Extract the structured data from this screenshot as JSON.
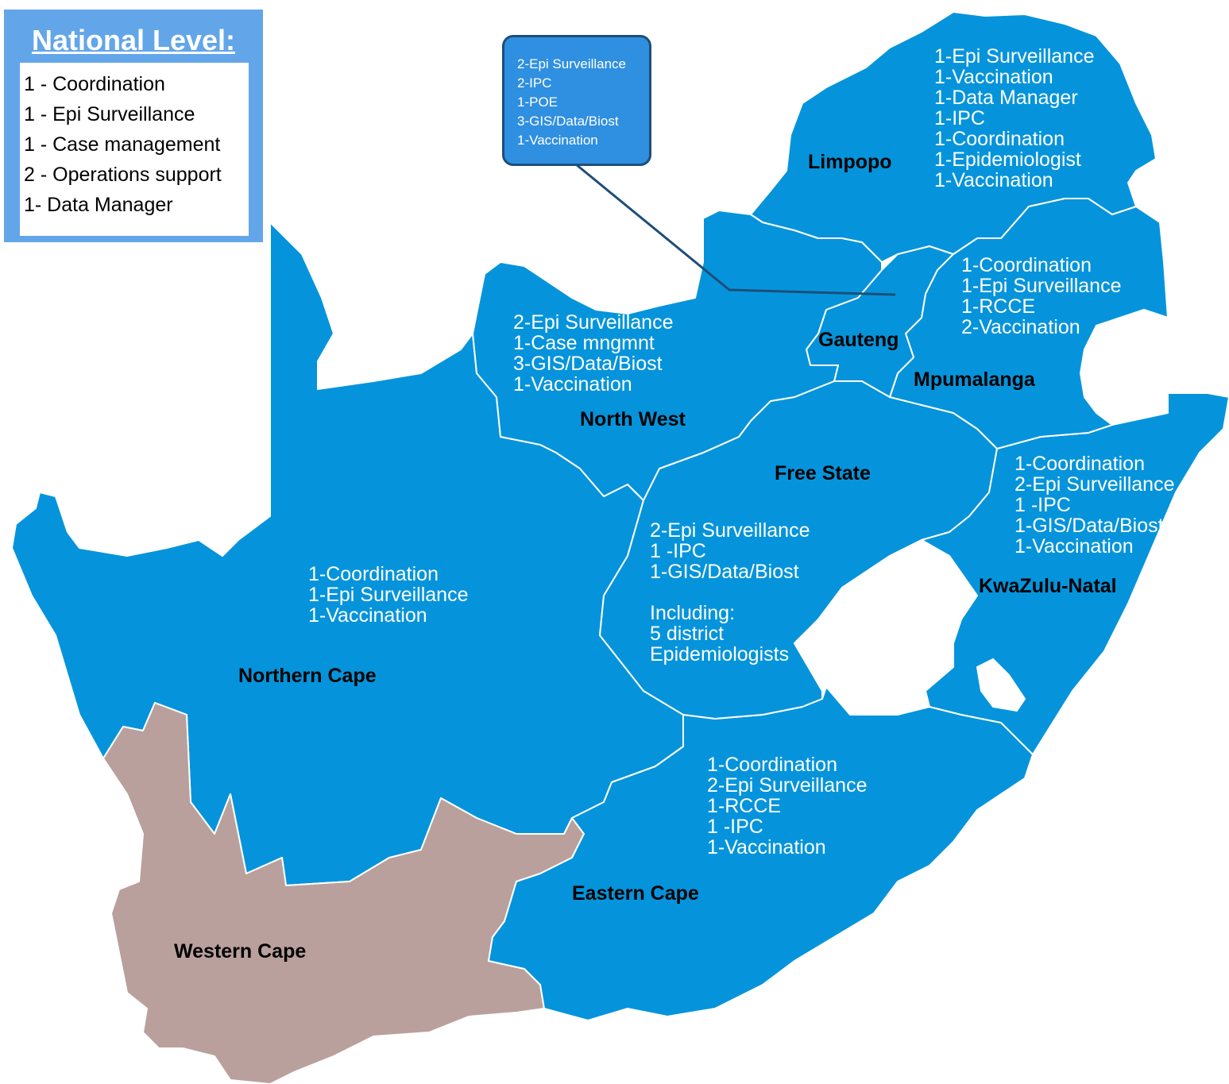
{
  "national": {
    "title": "National Level:",
    "items": [
      "1 - Coordination",
      "1 - Epi Surveillance",
      "1 - Case management",
      "2 - Operations support",
      "1- Data Manager"
    ]
  },
  "colors": {
    "province": "#0594db",
    "western_cape": "#b9a09d",
    "national_box": "#62a6e9",
    "callout": "#2f8fe0"
  },
  "provinces": {
    "limpopo": {
      "name": "Limpopo",
      "roles": [
        "1-Epi Surveillance",
        "1-Vaccination",
        "1-Data Manager",
        "1-IPC",
        "1-Coordination",
        "1-Epidemiologist",
        "1-Vaccination"
      ]
    },
    "gauteng": {
      "name": "Gauteng",
      "roles": [
        "2-Epi Surveillance",
        "2-IPC",
        "1-POE",
        "3-GIS/Data/Biost",
        "1-Vaccination"
      ]
    },
    "mpumalanga": {
      "name": "Mpumalanga",
      "roles": [
        "1-Coordination",
        "1-Epi Surveillance",
        "1-RCCE",
        "2-Vaccination"
      ]
    },
    "north_west": {
      "name": "North West",
      "roles": [
        "2-Epi Surveillance",
        "1-Case mngmnt",
        "3-GIS/Data/Biost",
        "1-Vaccination"
      ]
    },
    "free_state": {
      "name": "Free State",
      "roles": [
        "2-Epi Surveillance",
        "1 -IPC",
        "1-GIS/Data/Biost",
        "",
        "Including:",
        "5 district",
        "Epidemiologists"
      ]
    },
    "kwazulu_natal": {
      "name": "KwaZulu-Natal",
      "roles": [
        "1-Coordination",
        "2-Epi Surveillance",
        "1 -IPC",
        "1-GIS/Data/Biost",
        "1-Vaccination"
      ]
    },
    "northern_cape": {
      "name": "Northern Cape",
      "roles": [
        "1-Coordination",
        "1-Epi Surveillance",
        "1-Vaccination"
      ]
    },
    "eastern_cape": {
      "name": "Eastern Cape",
      "roles": [
        "1-Coordination",
        "2-Epi Surveillance",
        "1-RCCE",
        "1 -IPC",
        "1-Vaccination"
      ]
    },
    "western_cape": {
      "name": "Western Cape"
    }
  }
}
